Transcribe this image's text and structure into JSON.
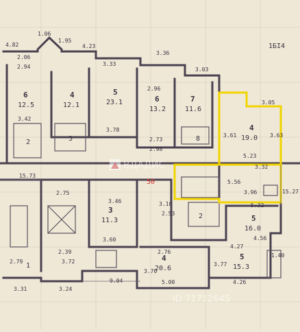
{
  "corner_note": "1БІ4",
  "watermark": {
    "brand": "ВДАДИС",
    "id": "ID 71712645"
  },
  "red_mark": "50",
  "top_dims": [
    "4.82",
    "1.06",
    "1.95",
    "4.23",
    "3.36",
    "3.03",
    "2.06",
    "2.94",
    "3.33",
    "3.05"
  ],
  "rooms": [
    {
      "num": "6",
      "area": "12.5"
    },
    {
      "num": "4",
      "area": "12.1"
    },
    {
      "num": "5",
      "area": "23.1"
    },
    {
      "num": "6",
      "area": "13.2"
    },
    {
      "num": "7",
      "area": "11.6"
    },
    {
      "num": "4",
      "area": "19.0"
    },
    {
      "num": "5",
      "area": "16.0"
    },
    {
      "num": "4",
      "area": "20.6"
    },
    {
      "num": "5",
      "area": "15.3"
    },
    {
      "num": "3",
      "area": "11.3"
    }
  ],
  "small_rooms": [
    "2",
    "3",
    "8",
    "2",
    "1"
  ],
  "misc_dims": [
    "3.42",
    "3.78",
    "2.96",
    "2.73",
    "5.23",
    "3.61",
    "3.63",
    "5.56",
    "3.96",
    "3.32",
    "5.32",
    "4.56",
    "4.27",
    "2.76",
    "3.70",
    "3.77",
    "5.00",
    "4.26",
    "3.24",
    "3.31",
    "2.79",
    "9.04",
    "15.73",
    "15.27",
    "2.98",
    "3.46",
    "3.60",
    "2.75",
    "2.39",
    "1.40",
    "3.72",
    "3.10",
    "2.53"
  ]
}
